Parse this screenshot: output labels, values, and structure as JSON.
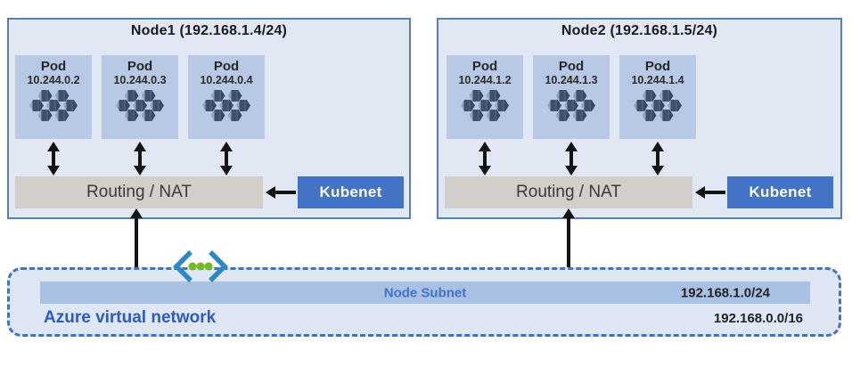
{
  "nodes": [
    {
      "title": "Node1 (192.168.1.4/24)",
      "pods": [
        {
          "label": "Pod",
          "ip": "10.244.0.2",
          "icon": "pod-hexagon-cluster-icon"
        },
        {
          "label": "Pod",
          "ip": "10.244.0.3",
          "icon": "pod-hexagon-cluster-icon"
        },
        {
          "label": "Pod",
          "ip": "10.244.0.4",
          "icon": "pod-hexagon-cluster-icon"
        }
      ],
      "routing_label": "Routing / NAT",
      "kubenet_label": "Kubenet"
    },
    {
      "title": "Node2 (192.168.1.5/24)",
      "pods": [
        {
          "label": "Pod",
          "ip": "10.244.1.2",
          "icon": "pod-hexagon-cluster-icon"
        },
        {
          "label": "Pod",
          "ip": "10.244.1.3",
          "icon": "pod-hexagon-cluster-icon"
        },
        {
          "label": "Pod",
          "ip": "10.244.1.4",
          "icon": "pod-hexagon-cluster-icon"
        }
      ],
      "routing_label": "Routing / NAT",
      "kubenet_label": "Kubenet"
    }
  ],
  "vnet": {
    "label": "Azure virtual network",
    "cidr": "192.168.0.0/16",
    "icon": "azure-vnet-icon",
    "subnet": {
      "label": "Node Subnet",
      "cidr": "192.168.1.0/24"
    }
  },
  "colors": {
    "node_fill": "#e1e8f4",
    "node_border": "#5b7fae",
    "pod_fill": "#b7c9e5",
    "pod_icon": "#414f6b",
    "routing_fill": "#d2cfcb",
    "kubenet_fill": "#4472c4",
    "vnet_fill": "#dfe7f5",
    "vnet_border": "#4173c4",
    "subnet_bar_fill": "#abc1e4",
    "azure_text_blue": "#2d5ac4",
    "vnet_icon_bracket": "#2b8ac6",
    "vnet_icon_dot": "#76b82a",
    "arrow": "#141414"
  }
}
